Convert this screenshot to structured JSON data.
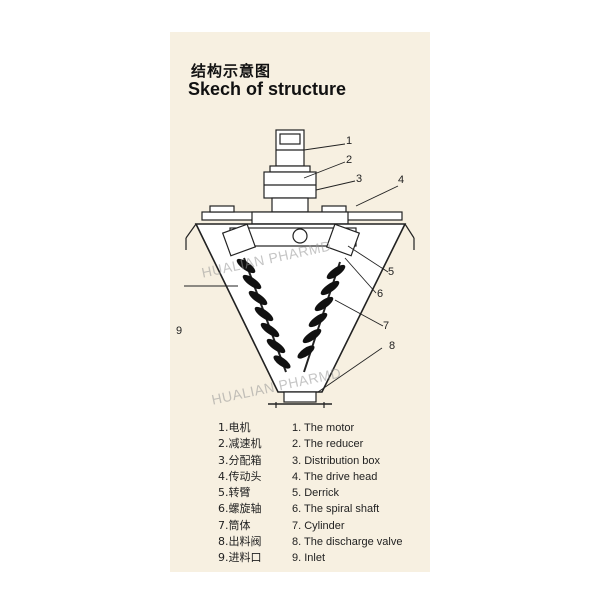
{
  "title_cn": "结构示意图",
  "title_en": "Skech of structure",
  "watermark": "HUALIAN PHARMD",
  "callouts": [
    "1",
    "2",
    "3",
    "4",
    "5",
    "6",
    "7",
    "8",
    "9"
  ],
  "legend_cn": [
    "1.电机",
    "2.减速机",
    "3.分配箱",
    "4.传动头",
    "5.转臂",
    "6.螺旋轴",
    "7.筒体",
    "8.出料阀",
    "9.进料口"
  ],
  "legend_en": [
    "1. The motor",
    "2. The reducer",
    "3. Distribution box",
    "4. The drive head",
    "5. Derrick",
    "6. The spiral shaft",
    "7. Cylinder",
    "8. The discharge valve",
    "9. Inlet"
  ]
}
